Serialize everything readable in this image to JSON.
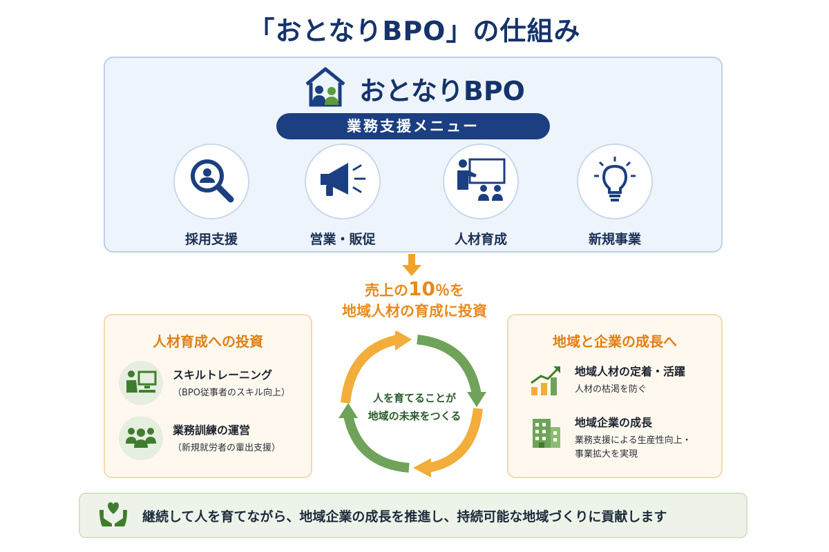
{
  "title": "「おとなりBPO」の仕組み",
  "brand": {
    "name": "おとなりBPO",
    "icon": "house-people-icon"
  },
  "menu": {
    "heading": "業務支援メニュー",
    "items": [
      {
        "label": "採用支援",
        "icon": "magnifier-person-icon"
      },
      {
        "label": "営業・販促",
        "icon": "megaphone-icon"
      },
      {
        "label": "人材育成",
        "icon": "teacher-board-icon"
      },
      {
        "label": "新規事業",
        "icon": "lightbulb-icon"
      }
    ]
  },
  "investment": {
    "prefix": "売上の",
    "percent": "10",
    "unit": "％を",
    "line2": "地域人材の育成に投資"
  },
  "left_panel": {
    "title": "人材育成への投資",
    "rows": [
      {
        "title": "スキルトレーニング",
        "sub": "（BPO従事者のスキル向上）",
        "icon": "training-computer-icon"
      },
      {
        "title": "業務訓練の運営",
        "sub": "（新規就労者の輩出支援）",
        "icon": "group-people-icon"
      }
    ]
  },
  "cycle": {
    "line1": "人を育てることが",
    "line2": "地域の未来をつくる"
  },
  "right_panel": {
    "title": "地域と企業の成長へ",
    "rows": [
      {
        "title": "地域人材の定着・活躍",
        "sub": "人材の枯渇を防ぐ",
        "icon": "growth-chart-icon"
      },
      {
        "title": "地域企業の成長",
        "sub": "業務支援による生産性向上・",
        "sub2": "事業拡大を実現",
        "icon": "building-icon"
      }
    ]
  },
  "footer": {
    "text": "継続して人を育てながら、地域企業の成長を推進し、持続可能な地域づくりに貢献します",
    "icon": "heart-hands-icon"
  },
  "colors": {
    "navy": "#15336b",
    "orange": "#e88a1a",
    "green": "#4f8a3a"
  }
}
